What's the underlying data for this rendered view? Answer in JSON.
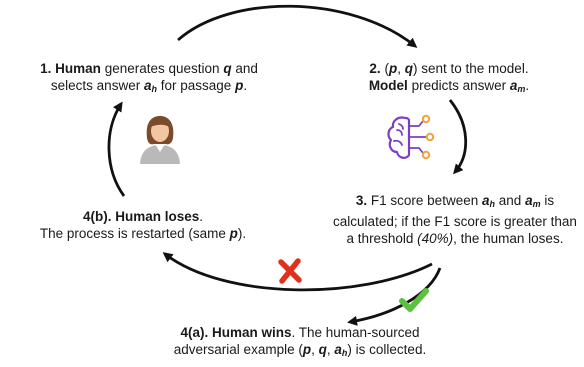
{
  "nodes": {
    "step1": {
      "num": "1.",
      "actor": "Human",
      "t1": "generates question",
      "q": "q",
      "t2": "and",
      "t3": "selects answer",
      "ah_base": "a",
      "ah_sub": "h",
      "t4": "for passage",
      "p": "p",
      "t5": "."
    },
    "step2": {
      "num": "2.",
      "open": "(",
      "p": "p",
      "comma": ",",
      "q": "q",
      "close": ")",
      "t1": "sent to the model.",
      "actor": "Model",
      "t2": "predicts answer",
      "am_base": "a",
      "am_sub": "m",
      "t3": "."
    },
    "step3": {
      "num": "3.",
      "t1": "F1 score between",
      "ah_base": "a",
      "ah_sub": "h",
      "t2": "and",
      "am_base": "a",
      "am_sub": "m",
      "t3": "is",
      "t4": "calculated; if the F1 score is greater than",
      "t5": "a threshold",
      "threshold": "(40%)",
      "t6": ", the human loses."
    },
    "step4b": {
      "title": "4(b). Human loses",
      "dot": ".",
      "t1": "The process is restarted (same",
      "p": "p",
      "t2": ")."
    },
    "step4a": {
      "title": "4(a). Human wins",
      "t1": ". The human-sourced",
      "t2": "adversarial example (",
      "p": "p",
      "c1": ",",
      "q": "q",
      "c2": ",",
      "ah_base": "a",
      "ah_sub": "h",
      "t3": ") is collected."
    }
  },
  "icons": {
    "human": "human-avatar-icon",
    "model": "brain-circuit-icon",
    "lose": "red-x-icon",
    "win": "green-checkmark-icon"
  },
  "colors": {
    "arrow": "#111111",
    "lose": "#e0301e",
    "win": "#5cc13c",
    "avatar_skin": "#f2c6a0",
    "avatar_hair": "#7a4a2b",
    "avatar_shirt": "#b9b9b9",
    "brain_purple": "#7b3fc4",
    "brain_orange": "#f4a23c"
  }
}
